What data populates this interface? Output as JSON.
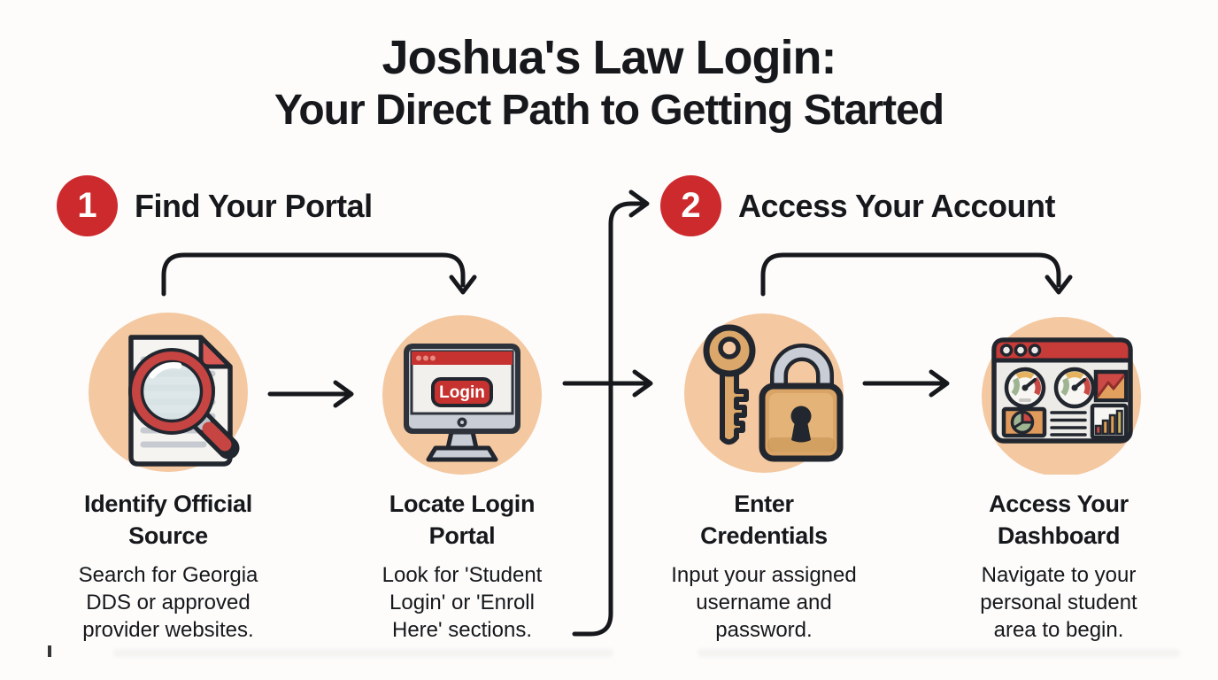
{
  "title": {
    "line1": "Joshua's Law Login:",
    "line2": "Your Direct Path to Getting Started"
  },
  "steps": [
    {
      "number": "1",
      "label": "Find Your Portal"
    },
    {
      "number": "2",
      "label": "Access Your Account"
    }
  ],
  "cards": [
    {
      "icon": "document-search-icon",
      "heading": "Identify Official\nSource",
      "body": "Search for Georgia\nDDS or approved\nprovider websites."
    },
    {
      "icon": "login-monitor-icon",
      "heading": "Locate Login\nPortal",
      "body": "Look for 'Student\nLogin' or 'Enroll\nHere' sections.",
      "button_label": "Login"
    },
    {
      "icon": "key-lock-icon",
      "heading": "Enter\nCredentials",
      "body": "Input your assigned\nusername and\npassword."
    },
    {
      "icon": "dashboard-icon",
      "heading": "Access Your\nDashboard",
      "body": "Navigate to your\npersonal student\narea to begin."
    }
  ],
  "colors": {
    "accent_red": "#CD2A2E",
    "peach_circle": "#F4C8A0",
    "outline_dark": "#22262E",
    "text_ink": "#16181C"
  }
}
